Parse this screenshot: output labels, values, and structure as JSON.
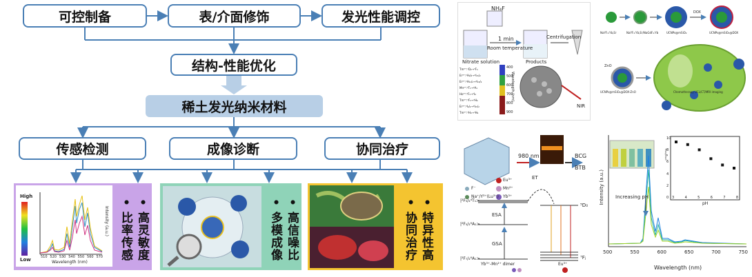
{
  "flow": {
    "top": [
      "可控制备",
      "表/介面修饰",
      "发光性能调控"
    ],
    "middle": "结构-性能优化",
    "core": "稀土发光纳米材料",
    "apps": [
      "传感检测",
      "成像诊断",
      "协同治疗"
    ]
  },
  "features": {
    "sensing": [
      "比率传感",
      "高灵敏度"
    ],
    "imaging": [
      "多模成像",
      "高信噪比"
    ],
    "therapy": [
      "协同治疗",
      "特异性高"
    ]
  },
  "spectrum": {
    "high": "High",
    "low": "Low",
    "xlabel": "Wavelength (nm)",
    "ylabel": "Intensity (a.u.)",
    "xticks": [
      "510",
      "520",
      "530",
      "540",
      "550",
      "560",
      "570"
    ]
  },
  "synthesis": {
    "nh": "NH₄F",
    "time": "1 min",
    "temp": "Room temperature",
    "centrifugation": "Centrifugation",
    "nitrate": "Nitrate solution",
    "products": "Products",
    "nir": "NIR",
    "scale_label": "Wavelength (nm)",
    "scale_ticks": [
      "400",
      "500",
      "600",
      "700",
      "800",
      "900"
    ],
    "transitions": [
      "Tm³⁺:¹D₂→³F₄",
      "Er³⁺:²H₉/₂→⁴I₁₅/₂",
      "Er³⁺:²H₁₁/₂→⁴I₁₅/₂",
      "Mn²⁺:⁴T₁→⁶A₁",
      "Ho³⁺:⁵F₅→⁵I₈",
      "Tm³⁺:³F₃→³H₆",
      "Er³⁺:⁴I₉/₂→⁴I₁₅/₂",
      "Tm³⁺:³H₄→³H₆"
    ]
  },
  "nano": {
    "labels": [
      "NaYF₄:Yb,Er",
      "NaYF₄:Yb,Er/NaGdF₄:Yb",
      "UCNPs@mSiO₂",
      "UCNPs@mSiO₂@DOX"
    ],
    "dox": "DOX",
    "zno": "ZnO",
    "bottom": "UCNPs@mSiO₂@DOX-ZnO",
    "cell": "Chemotherapy UCL/CT/MRI imaging"
  },
  "energy": {
    "laser": "980 nm",
    "et": "ET",
    "bcg": "BCG",
    "btb": "BTB",
    "legend": [
      "F⁻",
      "Na⁺/Y³⁺(Lu³⁺)",
      "Eu³⁺",
      "Mn²⁺",
      "Yb³⁺"
    ],
    "levels": [
      "|²F₅/₂⁴T₁>",
      "|²F₅/₂⁶A₁>",
      "|²F₇/₂⁶A₁>"
    ],
    "esa": "ESA",
    "gsa": "GSA",
    "d0": "⁵D₀",
    "fj": "⁷Fⱼ",
    "dimer": "Yb³⁺-Mn²⁺ dimer",
    "eu": "Eu³⁺"
  },
  "ph_chart": {
    "increasing": "Increasing pH",
    "xlabel": "Wavelength (nm)",
    "ylabel": "Intensity (a.u.)",
    "xticks": [
      "500",
      "550",
      "600",
      "650",
      "700",
      "750"
    ],
    "inset_xlabel": "pH",
    "inset_ylabel": "I₅₄₀/I₆₁₅",
    "inset_xticks": [
      "3",
      "4",
      "5",
      "6",
      "7",
      "8"
    ],
    "inset_yticks": [
      "0",
      "2",
      "4",
      "6",
      "8",
      "10"
    ]
  },
  "chart_data": {
    "type": "scatter",
    "x": [
      3,
      4,
      5,
      6,
      7,
      8
    ],
    "values": [
      10.0,
      9.5,
      8.5,
      6.8,
      5.6,
      5.0
    ],
    "xlabel": "pH",
    "ylabel": "I₅₄₀/I₆₁₅",
    "xlim": [
      3,
      8
    ],
    "ylim": [
      0,
      10
    ]
  },
  "colors": {
    "border": "#4a7fb5",
    "core": "#b8cfe6",
    "sensing_panel": "#c9a4e8",
    "imaging_panel": "#8fd3b8",
    "therapy_panel": "#f4c430"
  }
}
